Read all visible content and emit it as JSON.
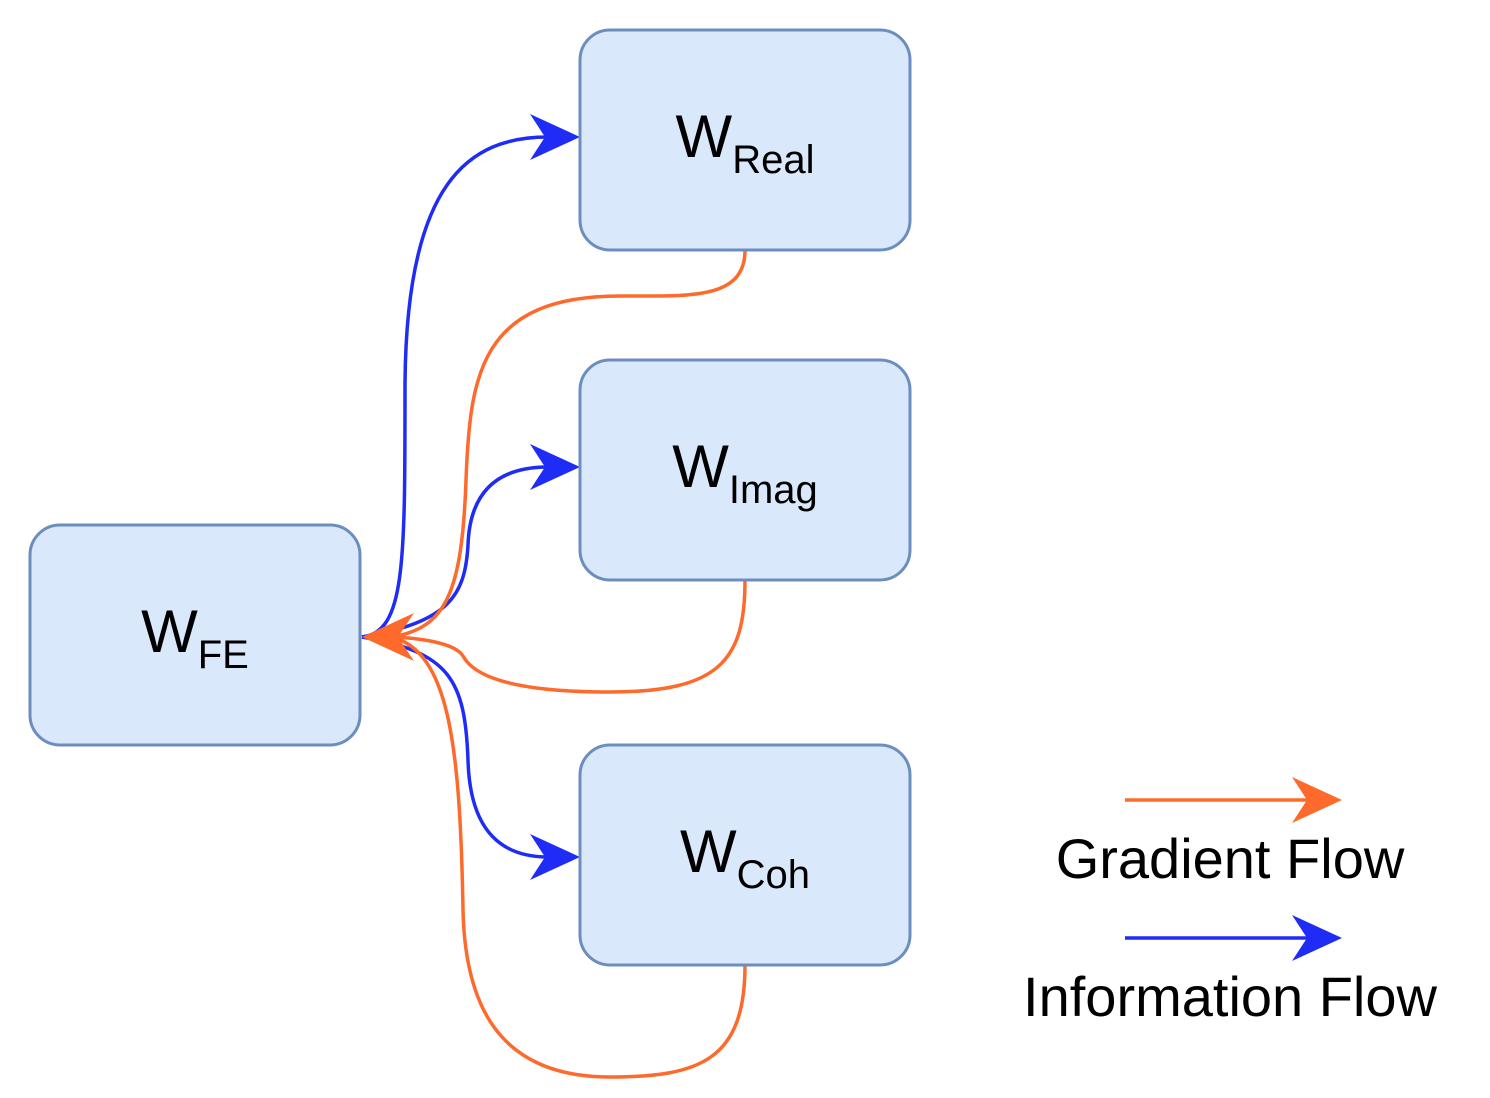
{
  "colors": {
    "node_fill": "#dae8fc",
    "node_stroke": "#6c8ebf",
    "gradient": "#fd6a2b",
    "information": "#1f2cf5"
  },
  "nodes": {
    "fe": {
      "main": "W",
      "sub": "FE"
    },
    "real": {
      "main": "W",
      "sub": "Real"
    },
    "imag": {
      "main": "W",
      "sub": "Imag"
    },
    "coh": {
      "main": "W",
      "sub": "Coh"
    }
  },
  "legend": {
    "gradient_label": "Gradient Flow",
    "information_label": "Information Flow"
  }
}
